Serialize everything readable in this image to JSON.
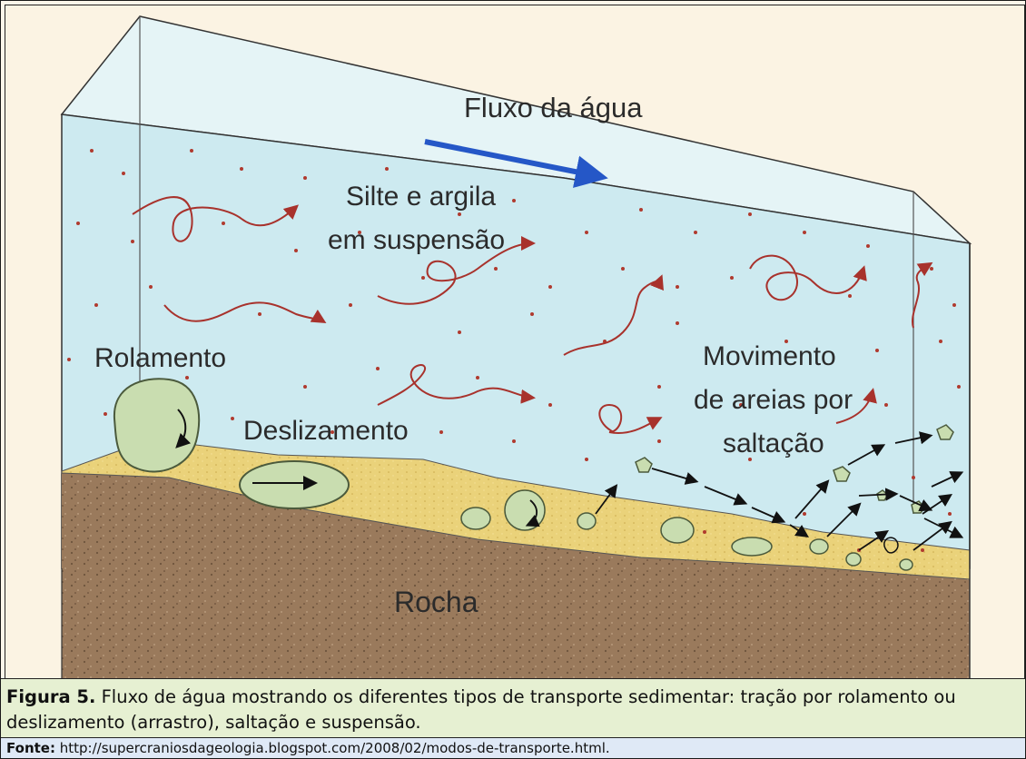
{
  "diagram": {
    "title": "Fluxo da água",
    "labels": {
      "suspension_line1": "Silte e argila",
      "suspension_line2": "em suspensão",
      "rolling": "Rolamento",
      "sliding": "Deslizamento",
      "saltation_line1": "Movimento",
      "saltation_line2": "de areias por",
      "saltation_line3": "saltação",
      "rock": "Rocha"
    }
  },
  "caption": {
    "figure_label": "Figura 5.",
    "text": " Fluxo de água mostrando os diferentes tipos de transporte sedimentar: tração por rolamento ou deslizamento (arrastro), saltação e suspensão."
  },
  "source": {
    "label": "Fonte:",
    "url": " http://supercraniosdageologia.blogspot.com/2008/02/modos-de-transporte.html."
  },
  "colors": {
    "water": "#cdeaf0",
    "sand": "#ead27a",
    "rock": "#9a7a5c",
    "flow_arrow": "#2557c7",
    "trajectory": "#a8322c",
    "pebble": "#c9ddb0"
  }
}
